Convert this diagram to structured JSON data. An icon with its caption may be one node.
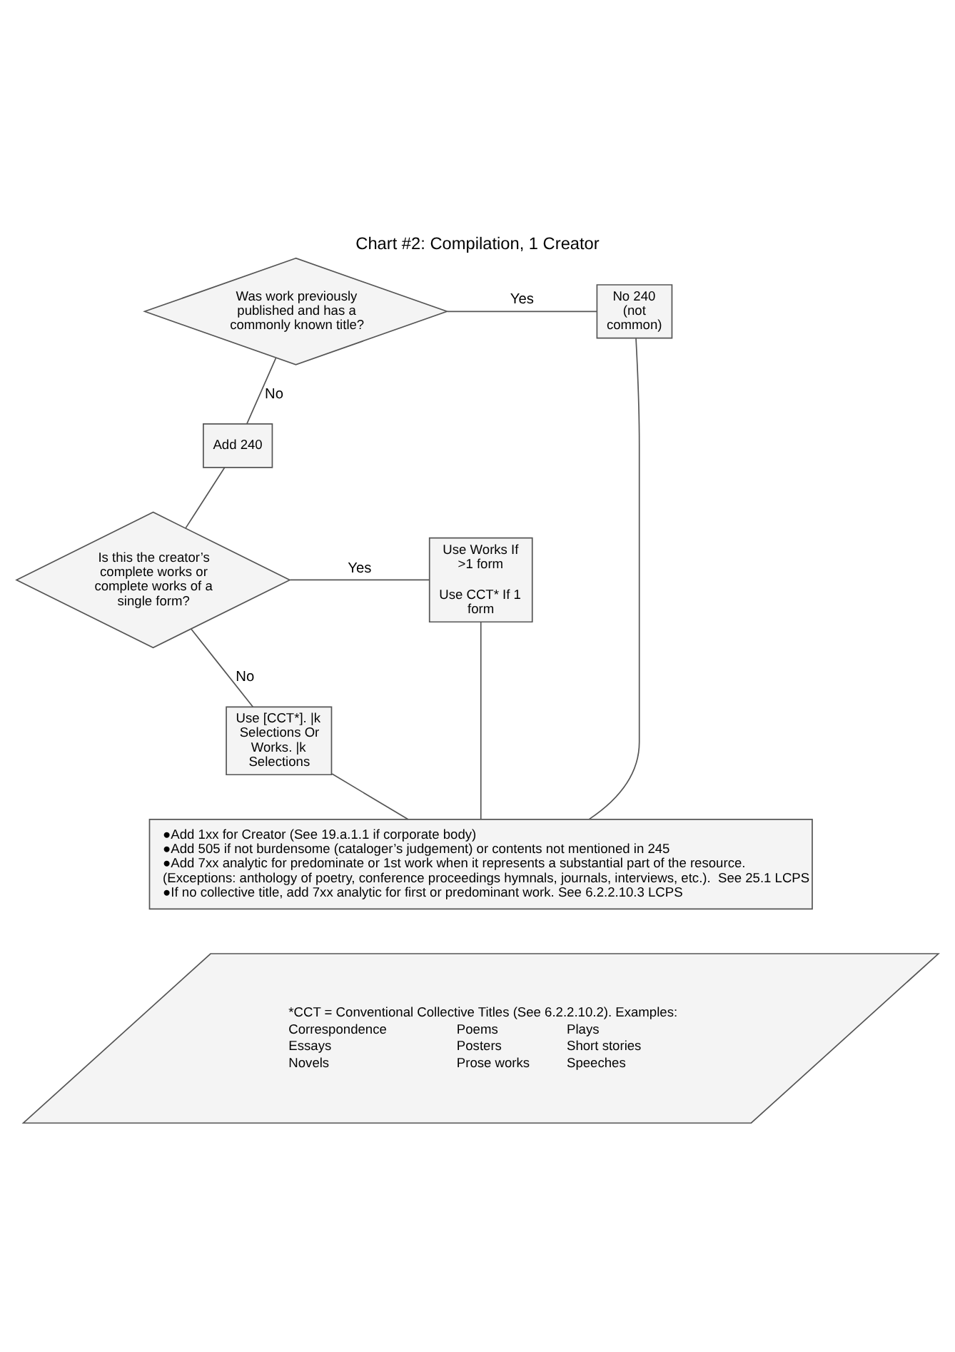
{
  "diagram": {
    "title": "Chart #2: Compilation, 1 Creator",
    "nodes": [
      {
        "text": [
          "Was work previously published and has a commonly known title?"
        ]
      },
      {
        "text": [
          "No 240 (not common)"
        ]
      },
      {
        "text": [
          "Add 240"
        ]
      },
      {
        "text": [
          "Is this the creator’s complete works or complete works of a single form?"
        ]
      },
      {
        "text": [
          "Use Works If >1 form",
          "Use CCT* If 1 form"
        ]
      },
      {
        "text": [
          "Use [CCT*]. |k Selections Or Works. |k Selections"
        ]
      },
      {
        "text": [
          "●Add 1xx for Creator (See 19.a.1.1 if corporate body)",
          "●Add 505 if not burdensome (cataloger’s judgement) or contents not mentioned in 245",
          "●Add 7xx analytic for predominate or 1st work when it represents a substantial part of the resource. (Exceptions: anthology of poetry, conference proceedings hymnals, journals, interviews, etc.).  See 25.1 LCPS",
          "●If no collective title, add 7xx analytic for first or predominant work. See 6.2.2.10.3 LCPS"
        ]
      },
      {
        "text": [
          "*CCT = Conventional Collective Titles (See 6.2.2.10.2). Examples:",
          "Correspondence",
          "Poems",
          "Plays",
          "Essays",
          "Posters",
          "Short stories",
          "Novels",
          "Prose works",
          "Speeches"
        ]
      }
    ],
    "edges": [
      {
        "from": 0,
        "to": 1,
        "arrow": "none",
        "label": "Yes"
      },
      {
        "from": 0,
        "to": 2,
        "arrow": "none",
        "label": "No"
      },
      {
        "from": 2,
        "to": 3,
        "arrow": "none"
      },
      {
        "from": 3,
        "to": 4,
        "arrow": "none",
        "label": "Yes"
      },
      {
        "from": 3,
        "to": 5,
        "arrow": "none",
        "label": "No"
      },
      {
        "from": 5,
        "to": 6,
        "arrow": "none"
      },
      {
        "from": 4,
        "to": 6,
        "arrow": "none"
      },
      {
        "from": 1,
        "to": 6,
        "arrow": "none"
      }
    ]
  }
}
